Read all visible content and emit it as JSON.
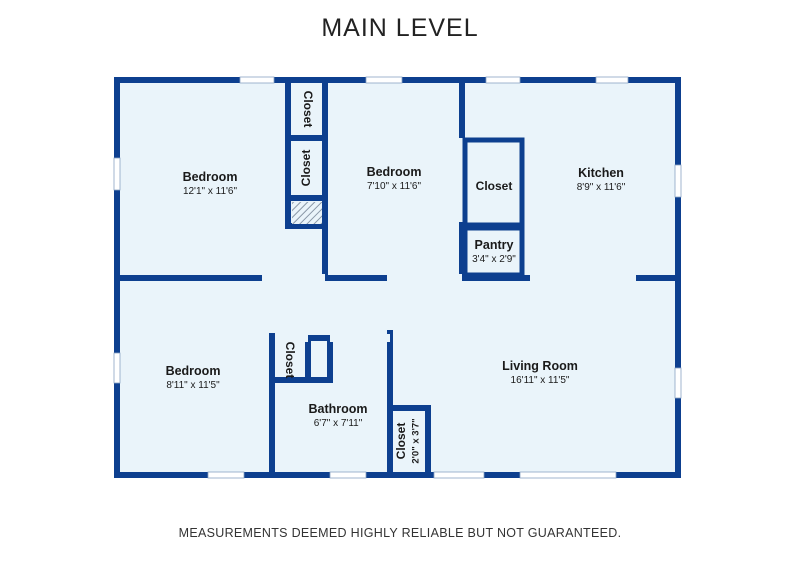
{
  "plan": {
    "title": "MAIN LEVEL",
    "footer": "MEASUREMENTS DEEMED HIGHLY RELIABLE BUT NOT GUARANTEED.",
    "colors": {
      "wall": "#0d3f8f",
      "floor": "#eaf4fa",
      "window": "#ffffff"
    },
    "rooms": {
      "bedroom_nw": {
        "name": "Bedroom",
        "dims": "12'1\" x 11'6\""
      },
      "bedroom_n": {
        "name": "Bedroom",
        "dims": "7'10\" x 11'6\""
      },
      "kitchen": {
        "name": "Kitchen",
        "dims": "8'9\" x 11'6\""
      },
      "bedroom_sw": {
        "name": "Bedroom",
        "dims": "8'11\" x 11'5\""
      },
      "bathroom": {
        "name": "Bathroom",
        "dims": "6'7\" x 7'11\""
      },
      "living": {
        "name": "Living Room",
        "dims": "16'11\" x 11'5\""
      },
      "pantry": {
        "name": "Pantry",
        "dims": "3'4\" x 2'9\""
      }
    },
    "closets": {
      "top": {
        "name": "Closet"
      },
      "mid": {
        "name": "Closet"
      },
      "kitchen": {
        "name": "Closet"
      },
      "hall": {
        "name": "Closet"
      },
      "living": {
        "name": "Closet",
        "dims": "2'0\" x 3'7\""
      }
    }
  }
}
